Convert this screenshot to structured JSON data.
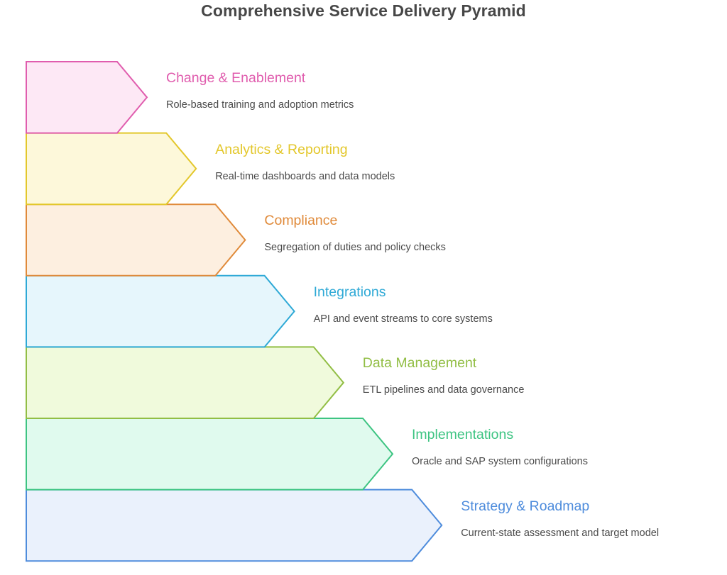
{
  "title": "Comprehensive Service Delivery Pyramid",
  "levels": [
    {
      "name": "Change & Enablement",
      "description": "Role-based training and adoption metrics",
      "stroke": "#E05DAE",
      "fill": "#FDE8F5"
    },
    {
      "name": "Analytics & Reporting",
      "description": "Real-time dashboards and data models",
      "stroke": "#E3C72B",
      "fill": "#FDF8DA"
    },
    {
      "name": "Compliance",
      "description": "Segregation of duties and policy checks",
      "stroke": "#E08A3A",
      "fill": "#FDEFE0"
    },
    {
      "name": "Integrations",
      "description": "API and event streams to core systems",
      "stroke": "#2EA9D6",
      "fill": "#E6F6FC"
    },
    {
      "name": "Data Management",
      "description": "ETL pipelines and data governance",
      "stroke": "#92BE45",
      "fill": "#F0FADC"
    },
    {
      "name": "Implementations",
      "description": "Oracle and SAP system configurations",
      "stroke": "#3DC482",
      "fill": "#E0FAEE"
    },
    {
      "name": "Strategy & Roadmap",
      "description": "Current-state assessment and target model",
      "stroke": "#4E8CDC",
      "fill": "#EAF1FC"
    }
  ]
}
